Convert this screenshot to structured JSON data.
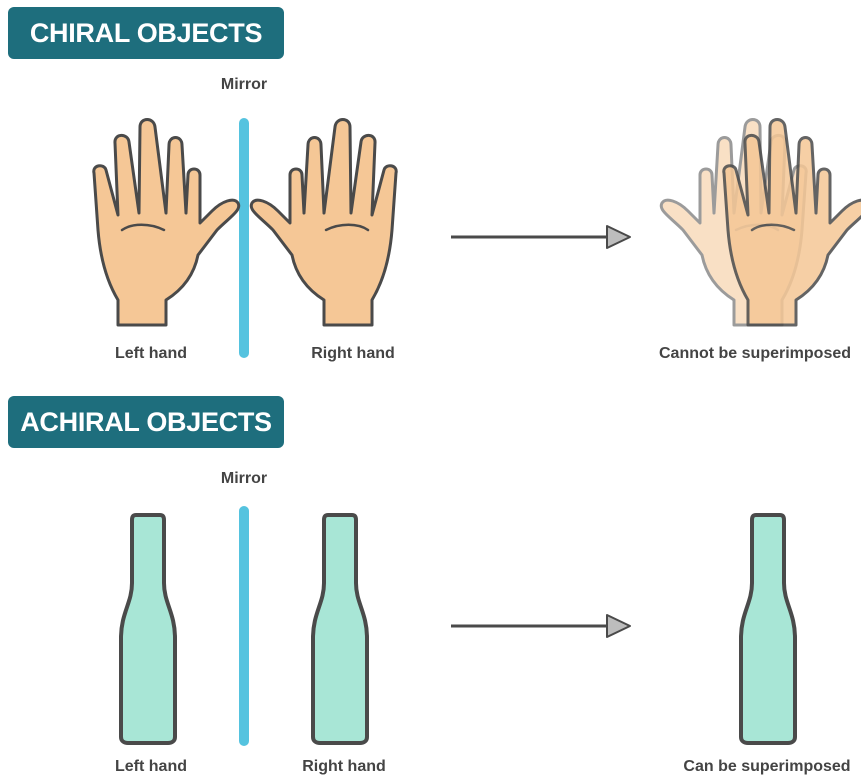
{
  "chiral": {
    "title": "CHIRAL OBJECTS",
    "mirror_label": "Mirror",
    "left_label": "Left hand",
    "right_label": "Right hand",
    "result_label": "Cannot be superimposed"
  },
  "achiral": {
    "title": "ACHIRAL OBJECTS",
    "mirror_label": "Mirror",
    "left_label": "Left hand",
    "right_label": "Right hand",
    "result_label": "Can be superimposed"
  },
  "colors": {
    "title_bg": "#1e6e7d",
    "mirror": "#55c3df",
    "skin": "#f5c796",
    "bottle": "#a8e6d6",
    "outline": "#4a4a4a"
  }
}
